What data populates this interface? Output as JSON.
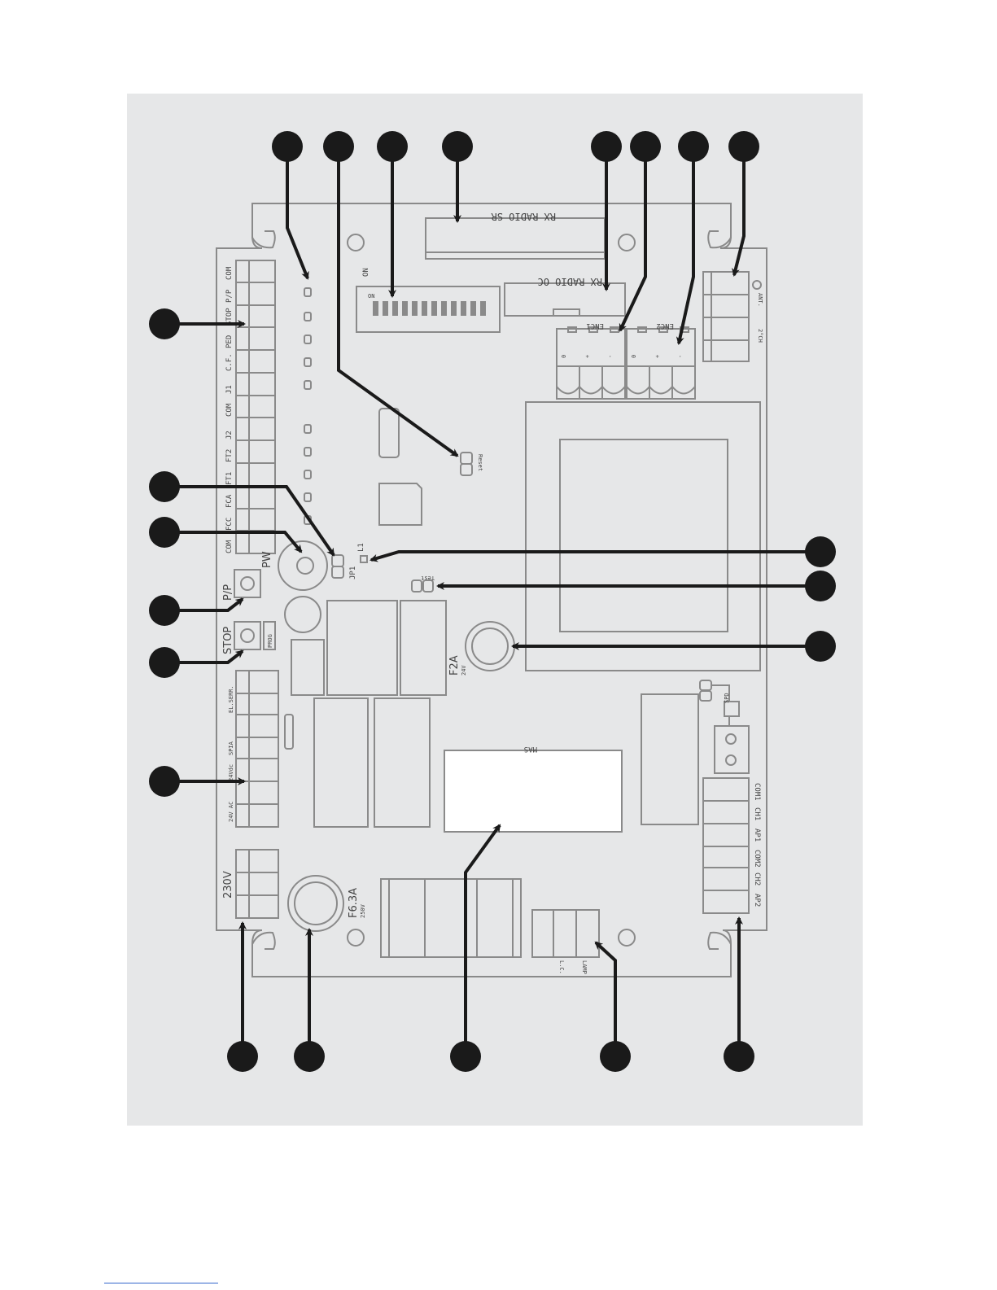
{
  "colors": {
    "panel": "#e6e7e8",
    "pcb_outline": "#8a8a8a",
    "callout": "#1a1a1a",
    "page": "#ffffff",
    "footer_rule": "#3366cc"
  },
  "labels": {
    "rx_radio_sr": "RX RADIO SR",
    "rx_radio_oc": "RX RADIO OC",
    "dip_on": "ON",
    "dip_on_small": "ON",
    "enc1": "ENC1",
    "enc2": "ENC2",
    "enc_pins": [
      "0",
      "+",
      "-"
    ],
    "ant": "ANT.",
    "second_ch": "2°CH",
    "reset": "Reset",
    "jp1": "JP1",
    "l1": "L1",
    "test": "Test",
    "pw": "PW",
    "pp_button": "P/P",
    "stop_button": "STOP",
    "prog": "PROG",
    "f2a": "F2A",
    "f2a_volt": "24V",
    "f63a": "F6.3A",
    "f63a_volt": "250V",
    "mas": "MAS",
    "spd": "SPD",
    "v230": "230V",
    "lamp": "LAMP",
    "lc": "L.C."
  },
  "left_terminals": [
    "COM",
    "P/P",
    "STOP",
    "PED",
    "C.F.",
    "J1",
    "COM",
    "J2",
    "FT2",
    "FT1",
    "FCA",
    "FCC",
    "COM"
  ],
  "left_lower_terminals": [
    "EL.SERR.",
    "SPIA",
    "24Vdc",
    "24V AC"
  ],
  "right_terminals": [
    "COM1",
    "CH1",
    "AP1",
    "COM2",
    "CH2",
    "AP2"
  ]
}
